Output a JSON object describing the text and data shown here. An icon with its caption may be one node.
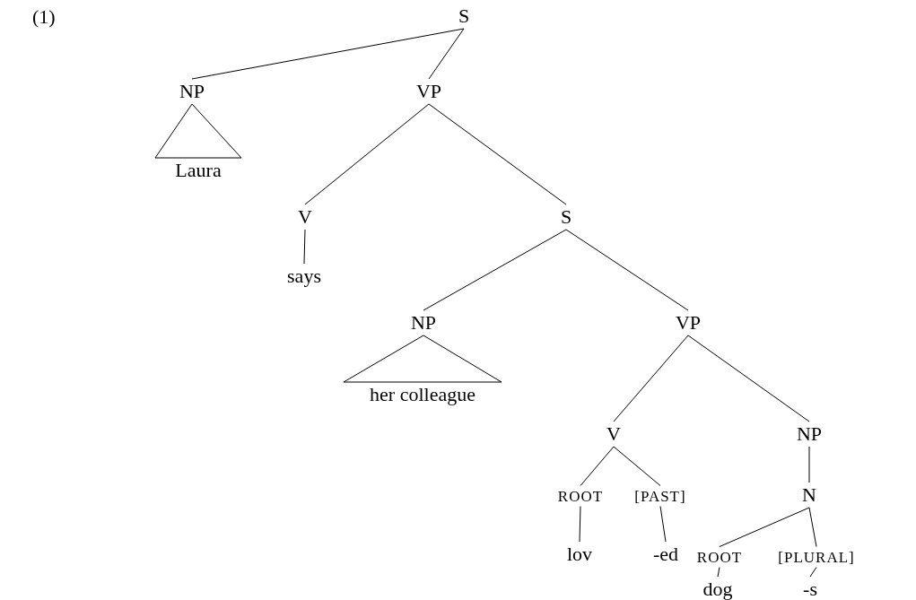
{
  "diagram": {
    "nodes": [
      {
        "text": [
          "S"
        ]
      },
      {
        "text": [
          "NP"
        ]
      },
      {
        "text": [
          "Laura"
        ]
      },
      {
        "text": [
          "VP"
        ]
      },
      {
        "text": [
          "V"
        ]
      },
      {
        "text": [
          "says"
        ]
      },
      {
        "text": [
          "S"
        ]
      },
      {
        "text": [
          "NP"
        ]
      },
      {
        "text": [
          "her colleague"
        ]
      },
      {
        "text": [
          "VP"
        ]
      },
      {
        "text": [
          "V"
        ]
      },
      {
        "text": [
          "NP"
        ]
      },
      {
        "text": [
          "ROOT"
        ]
      },
      {
        "text": [
          "[PAST]"
        ]
      },
      {
        "text": [
          "lov"
        ]
      },
      {
        "text": [
          "-ed"
        ]
      },
      {
        "text": [
          "N"
        ]
      },
      {
        "text": [
          "ROOT"
        ]
      },
      {
        "text": [
          "[PLURAL]"
        ]
      },
      {
        "text": [
          "dog"
        ]
      },
      {
        "text": [
          "-s"
        ]
      }
    ],
    "edges": [
      {
        "from": 0,
        "to": 1,
        "arrow": "none"
      },
      {
        "from": 0,
        "to": 3,
        "arrow": "none"
      },
      {
        "from": 1,
        "to": 2,
        "arrow": "none"
      },
      {
        "from": 3,
        "to": 4,
        "arrow": "none"
      },
      {
        "from": 3,
        "to": 6,
        "arrow": "none"
      },
      {
        "from": 4,
        "to": 5,
        "arrow": "none"
      },
      {
        "from": 6,
        "to": 7,
        "arrow": "none"
      },
      {
        "from": 6,
        "to": 9,
        "arrow": "none"
      },
      {
        "from": 7,
        "to": 8,
        "arrow": "none"
      },
      {
        "from": 9,
        "to": 10,
        "arrow": "none"
      },
      {
        "from": 9,
        "to": 11,
        "arrow": "none"
      },
      {
        "from": 10,
        "to": 12,
        "arrow": "none"
      },
      {
        "from": 10,
        "to": 13,
        "arrow": "none"
      },
      {
        "from": 12,
        "to": 14,
        "arrow": "none"
      },
      {
        "from": 13,
        "to": 15,
        "arrow": "none"
      },
      {
        "from": 11,
        "to": 16,
        "arrow": "none"
      },
      {
        "from": 16,
        "to": 17,
        "arrow": "none"
      },
      {
        "from": 16,
        "to": 18,
        "arrow": "none"
      },
      {
        "from": 17,
        "to": 19,
        "arrow": "none"
      },
      {
        "from": 18,
        "to": 20,
        "arrow": "none"
      }
    ],
    "labels": [
      "(1)"
    ]
  }
}
